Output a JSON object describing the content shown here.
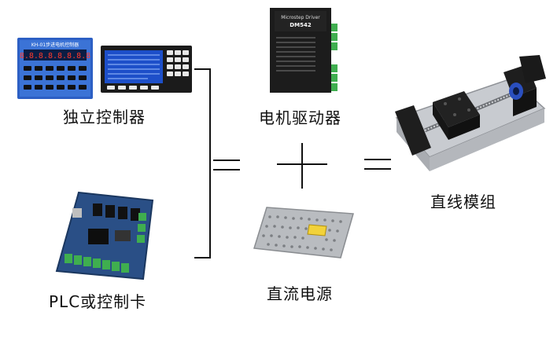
{
  "labels": {
    "standalone_controller": "独立控制器",
    "plc_or_card": "PLC或控制卡",
    "motor_driver": "电机驱动器",
    "power_supply": "直流电源",
    "linear_module": "直线模组"
  },
  "operators": {
    "plus": "+",
    "equals": "="
  },
  "device_text": {
    "controller1_title": "KH-01步进电机控制器",
    "driver_brand": "Microstep Driver",
    "driver_model": "DM542"
  },
  "colors": {
    "lcd_blue": "#2255cc",
    "pcb_blue": "#2a4f86",
    "terminal_green": "#3fae4f",
    "driver_black": "#1c1c1c",
    "module_black": "#1e1e1e",
    "rail_silver": "#c8cbd0"
  }
}
